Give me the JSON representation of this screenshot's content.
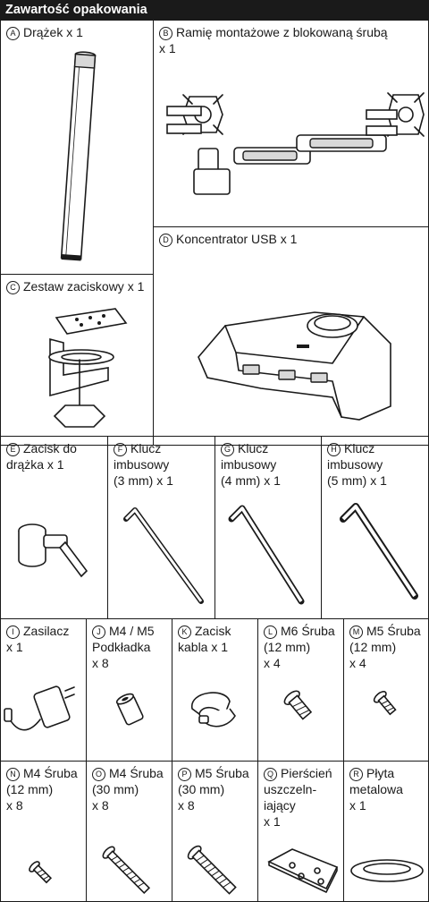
{
  "header": {
    "title": "Zawartość opakowania"
  },
  "items": {
    "A": {
      "letter": "A",
      "text": "Drążek x 1"
    },
    "B": {
      "letter": "B",
      "text": "Ramię montażowe z blokowaną śrubą\n x 1"
    },
    "C": {
      "letter": "C",
      "text": "Zestaw zaciskowy x 1"
    },
    "D": {
      "letter": "D",
      "text": "Koncentrator USB x 1"
    },
    "E": {
      "letter": "E",
      "text": "Zacisk do\n drążka x 1"
    },
    "F": {
      "letter": "F",
      "text": "Klucz\n imbusowy\n (3 mm) x 1"
    },
    "G": {
      "letter": "G",
      "text": "Klucz\n imbusowy\n (4 mm) x 1"
    },
    "H": {
      "letter": "H",
      "text": "Klucz\n imbusowy\n (5 mm) x 1"
    },
    "I": {
      "letter": "I",
      "text": "Zasilacz\n x 1"
    },
    "J": {
      "letter": "J",
      "text": "M4 / M5\n Podkładka\n x 8"
    },
    "K": {
      "letter": "K",
      "text": "Zacisk\n kabla x 1"
    },
    "L": {
      "letter": "L",
      "text": "M6 Śruba\n (12 mm)\n x 4"
    },
    "M": {
      "letter": "M",
      "text": "M5 Śruba\n (12 mm)\n x 4"
    },
    "N": {
      "letter": "N",
      "text": "M4 Śruba\n (12 mm)\n x 8"
    },
    "O": {
      "letter": "O",
      "text": "M4 Śruba\n (30 mm)\n x 8"
    },
    "P": {
      "letter": "P",
      "text": "M5 Śruba\n (30 mm)\n x 8"
    },
    "Q": {
      "letter": "Q",
      "text": "Pierścień\n uszczeln-\n iający\n x 1"
    },
    "R": {
      "letter": "R",
      "text": "Płyta\n metalowa\n x 1"
    }
  }
}
